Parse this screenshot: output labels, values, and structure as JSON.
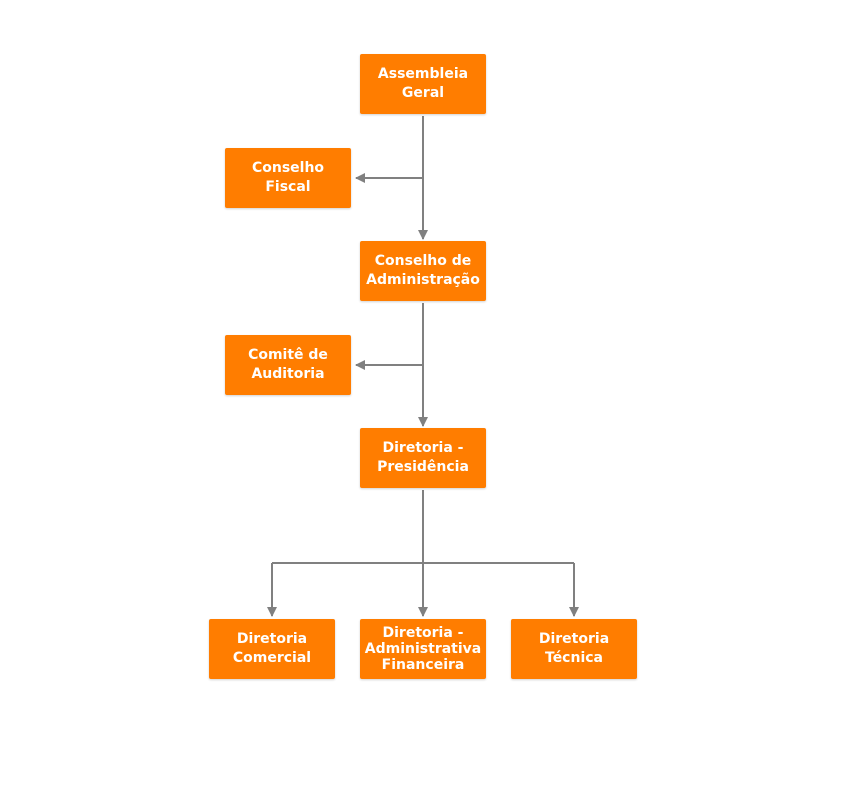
{
  "nodes": {
    "assembleia_geral": "Assembleia\nGeral",
    "conselho_fiscal": "Conselho\nFiscal",
    "conselho_administracao": "Conselho de\nAdministração",
    "comite_auditoria": "Comitê de\nAuditoria",
    "diretoria_presidencia": "Diretoria -\nPresidência",
    "diretoria_comercial": "Diretoria\nComercial",
    "diretoria_administrativa_financeira": "Diretoria -\nAdministrativa\nFinanceira",
    "diretoria_tecnica": "Diretoria\nTécnica"
  },
  "colors": {
    "box_fill": "#ff7d00",
    "box_text": "#ffffff",
    "connector": "#808080"
  }
}
